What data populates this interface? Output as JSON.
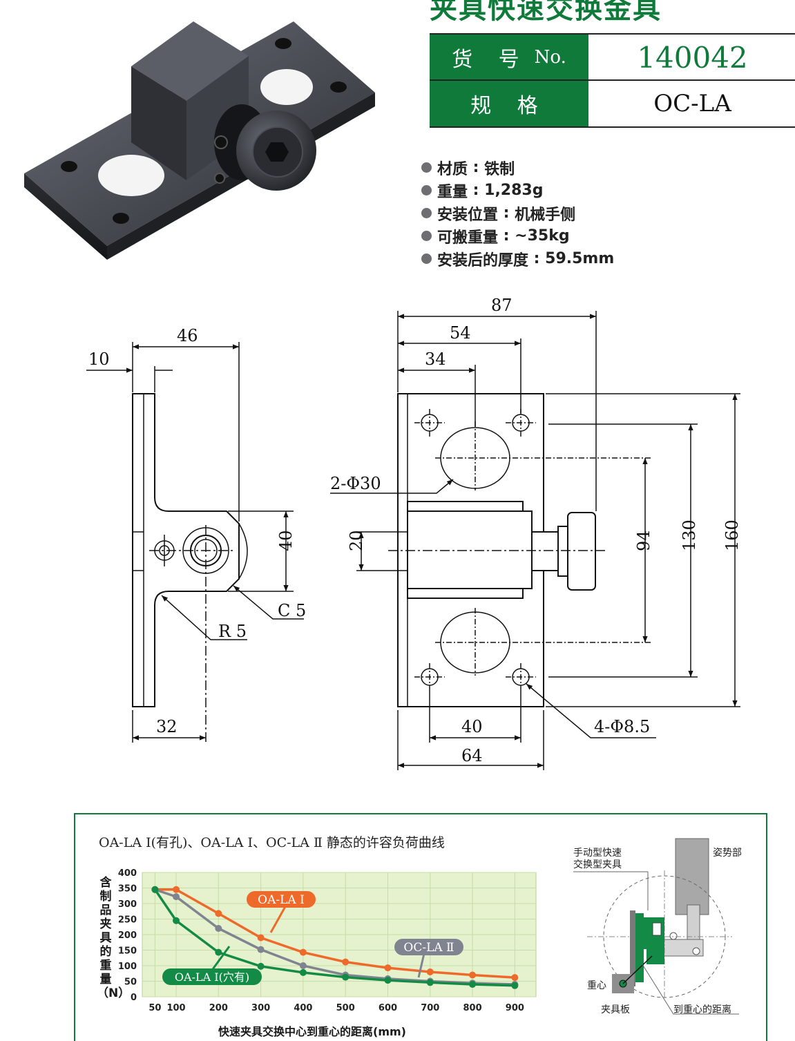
{
  "header": {
    "title": "夹具快速交换金具",
    "item_no_label": "货 号",
    "item_no_suffix": "No.",
    "item_no": "140042",
    "spec_label": "规 格",
    "spec": "OC-LA"
  },
  "properties": [
    {
      "label": "材质",
      "value": "铁制"
    },
    {
      "label": "重量",
      "value": "1,283g"
    },
    {
      "label": "安装位置",
      "value": "机械手侧"
    },
    {
      "label": "可搬重量",
      "value": "~35kg"
    },
    {
      "label": "安装后的厚度",
      "value": "59.5mm"
    }
  ],
  "drawing": {
    "side_dims": {
      "d46": "46",
      "d10": "10",
      "d40": "40",
      "c5": "C 5",
      "r5": "R 5",
      "d32": "32"
    },
    "front_dims": {
      "d87": "87",
      "d54": "54",
      "d34": "34",
      "hole30": "2-Φ30",
      "d20": "20",
      "d94": "94",
      "d130": "130",
      "d160": "160",
      "d40": "40",
      "d64": "64",
      "hole85": "4-Φ8.5"
    }
  },
  "chart_data": {
    "type": "line",
    "title": "OA-LA Ⅰ(有孔)、OA-LA Ⅰ、OC-LA Ⅱ 静态的许容负荷曲线",
    "ylabel": "含制品夹具的重量（N）",
    "xlabel": "快速夹具交换中心到重心的距离(mm)",
    "x": [
      50,
      100,
      200,
      300,
      400,
      500,
      600,
      700,
      800,
      900
    ],
    "xlim": [
      20,
      950
    ],
    "ylim": [
      0,
      400
    ],
    "yticks": [
      0,
      50,
      100,
      150,
      200,
      250,
      300,
      350,
      400
    ],
    "grid": true,
    "series": [
      {
        "name": "OA-LA Ⅰ",
        "color": "#ee6a2a",
        "values": [
          345,
          345,
          268,
          190,
          143,
          112,
          93,
          80,
          70,
          62
        ]
      },
      {
        "name": "OC-LA Ⅱ",
        "color": "#7f8490",
        "values": [
          345,
          322,
          220,
          152,
          100,
          70,
          58,
          50,
          44,
          40
        ]
      },
      {
        "name": "OA-LA Ⅰ(穴有)",
        "color": "#138a45",
        "values": [
          345,
          245,
          143,
          98,
          78,
          63,
          53,
          46,
          40,
          36
        ]
      }
    ]
  },
  "legend_labels": {
    "oa1": "OA-LA Ⅰ",
    "oc2": "OC-LA Ⅱ",
    "oa1h": "OA-LA Ⅰ(穴有)"
  },
  "diagram": {
    "manual_label_1": "手动型快速",
    "manual_label_2": "交换型夹具",
    "posture_label": "姿势部",
    "cog_label": "重心",
    "plate_label": "夹具板",
    "distance_label": "到重心的距离"
  }
}
